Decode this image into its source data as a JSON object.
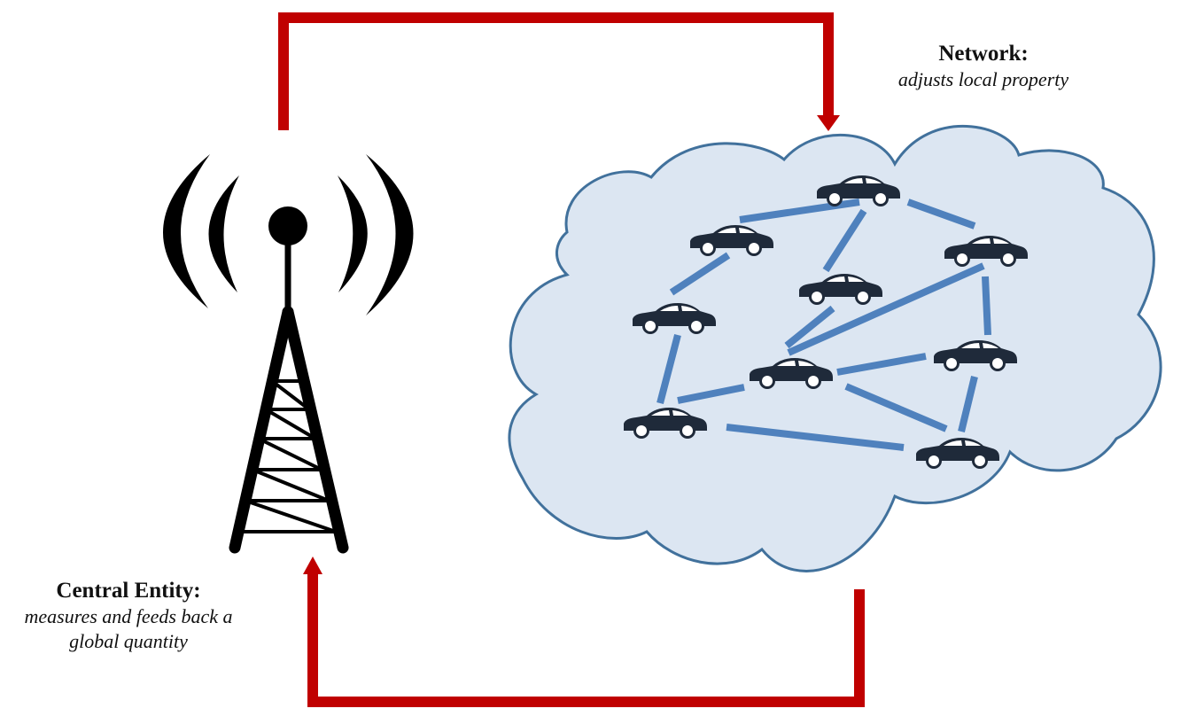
{
  "network": {
    "title": "Network:",
    "description": "adjusts local property"
  },
  "central_entity": {
    "title": "Central Entity:",
    "description_line1": "measures and feeds back a",
    "description_line2": "global quantity"
  },
  "colors": {
    "feedback_arrow": "#c00000",
    "cloud_fill": "#dce6f2",
    "cloud_stroke": "#41719c",
    "link": "#4f81bd",
    "car": "#1f2a3a",
    "tower": "#000000"
  },
  "icons": {
    "tower": "radio-tower-icon",
    "car": "car-icon",
    "cloud": "cloud-shape"
  }
}
